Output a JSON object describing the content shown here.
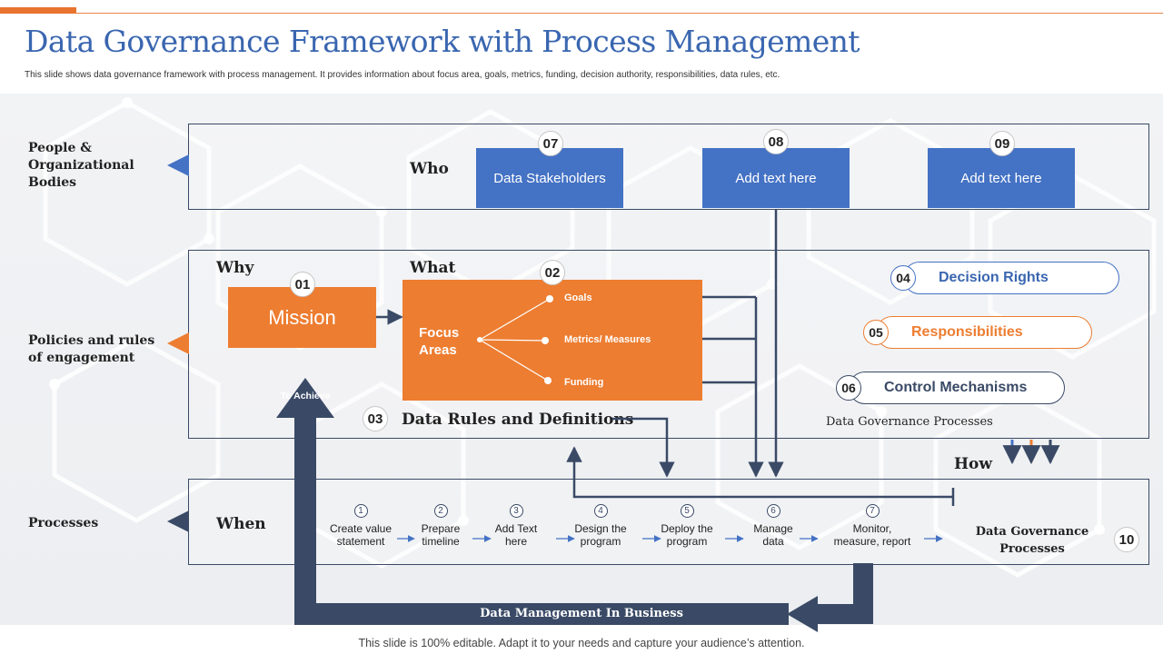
{
  "header": {
    "title": "Data Governance Framework with Process Management",
    "subtitle": "This slide shows data governance framework with process management. It provides information about focus area, goals, metrics, funding, decision authority, responsibilities, data rules, etc."
  },
  "colors": {
    "blue": "#4472c4",
    "orange": "#ed7d31",
    "navy": "#3a4a66",
    "title": "#3a66b0"
  },
  "rows": {
    "people_label": "People & Organizational Bodies",
    "policies_label": "Policies and rules of engagement",
    "processes_label": "Processes"
  },
  "who": {
    "heading": "Who",
    "boxes": [
      {
        "num": "07",
        "label": "Data Stakeholders"
      },
      {
        "num": "08",
        "label": "Add text here"
      },
      {
        "num": "09",
        "label": "Add text here"
      }
    ]
  },
  "why": {
    "heading": "Why",
    "num": "01",
    "mission": "Mission"
  },
  "what": {
    "heading": "What",
    "num": "02",
    "focus_label": "Focus Areas",
    "items": [
      "Goals",
      "Metrics/ Measures",
      "Funding"
    ]
  },
  "to_achieve": "To Achieve",
  "rules": {
    "num": "03",
    "label": "Data Rules and Definitions"
  },
  "pills": [
    {
      "num": "04",
      "label": "Decision Rights"
    },
    {
      "num": "05",
      "label": "Responsibilities"
    },
    {
      "num": "06",
      "label": "Control Mechanisms"
    }
  ],
  "dg_processes_label": "Data Governance Processes",
  "how": "How",
  "when": {
    "heading": "When",
    "steps": [
      {
        "num": "1",
        "label": "Create value statement"
      },
      {
        "num": "2",
        "label": "Prepare timeline"
      },
      {
        "num": "3",
        "label": "Add Text here"
      },
      {
        "num": "4",
        "label": "Design the program"
      },
      {
        "num": "5",
        "label": "Deploy the program"
      },
      {
        "num": "6",
        "label": "Manage data"
      },
      {
        "num": "7",
        "label": "Monitor, measure, report"
      }
    ],
    "end_label": "Data Governance Processes",
    "end_num": "10"
  },
  "data_management": "Data Management In Business",
  "footer": "This slide is 100% editable. Adapt it to your needs and capture your audience’s attention.",
  "icons": {
    "row_pointer": "triangle-left-icon",
    "flow": "arrow-right-icon"
  }
}
